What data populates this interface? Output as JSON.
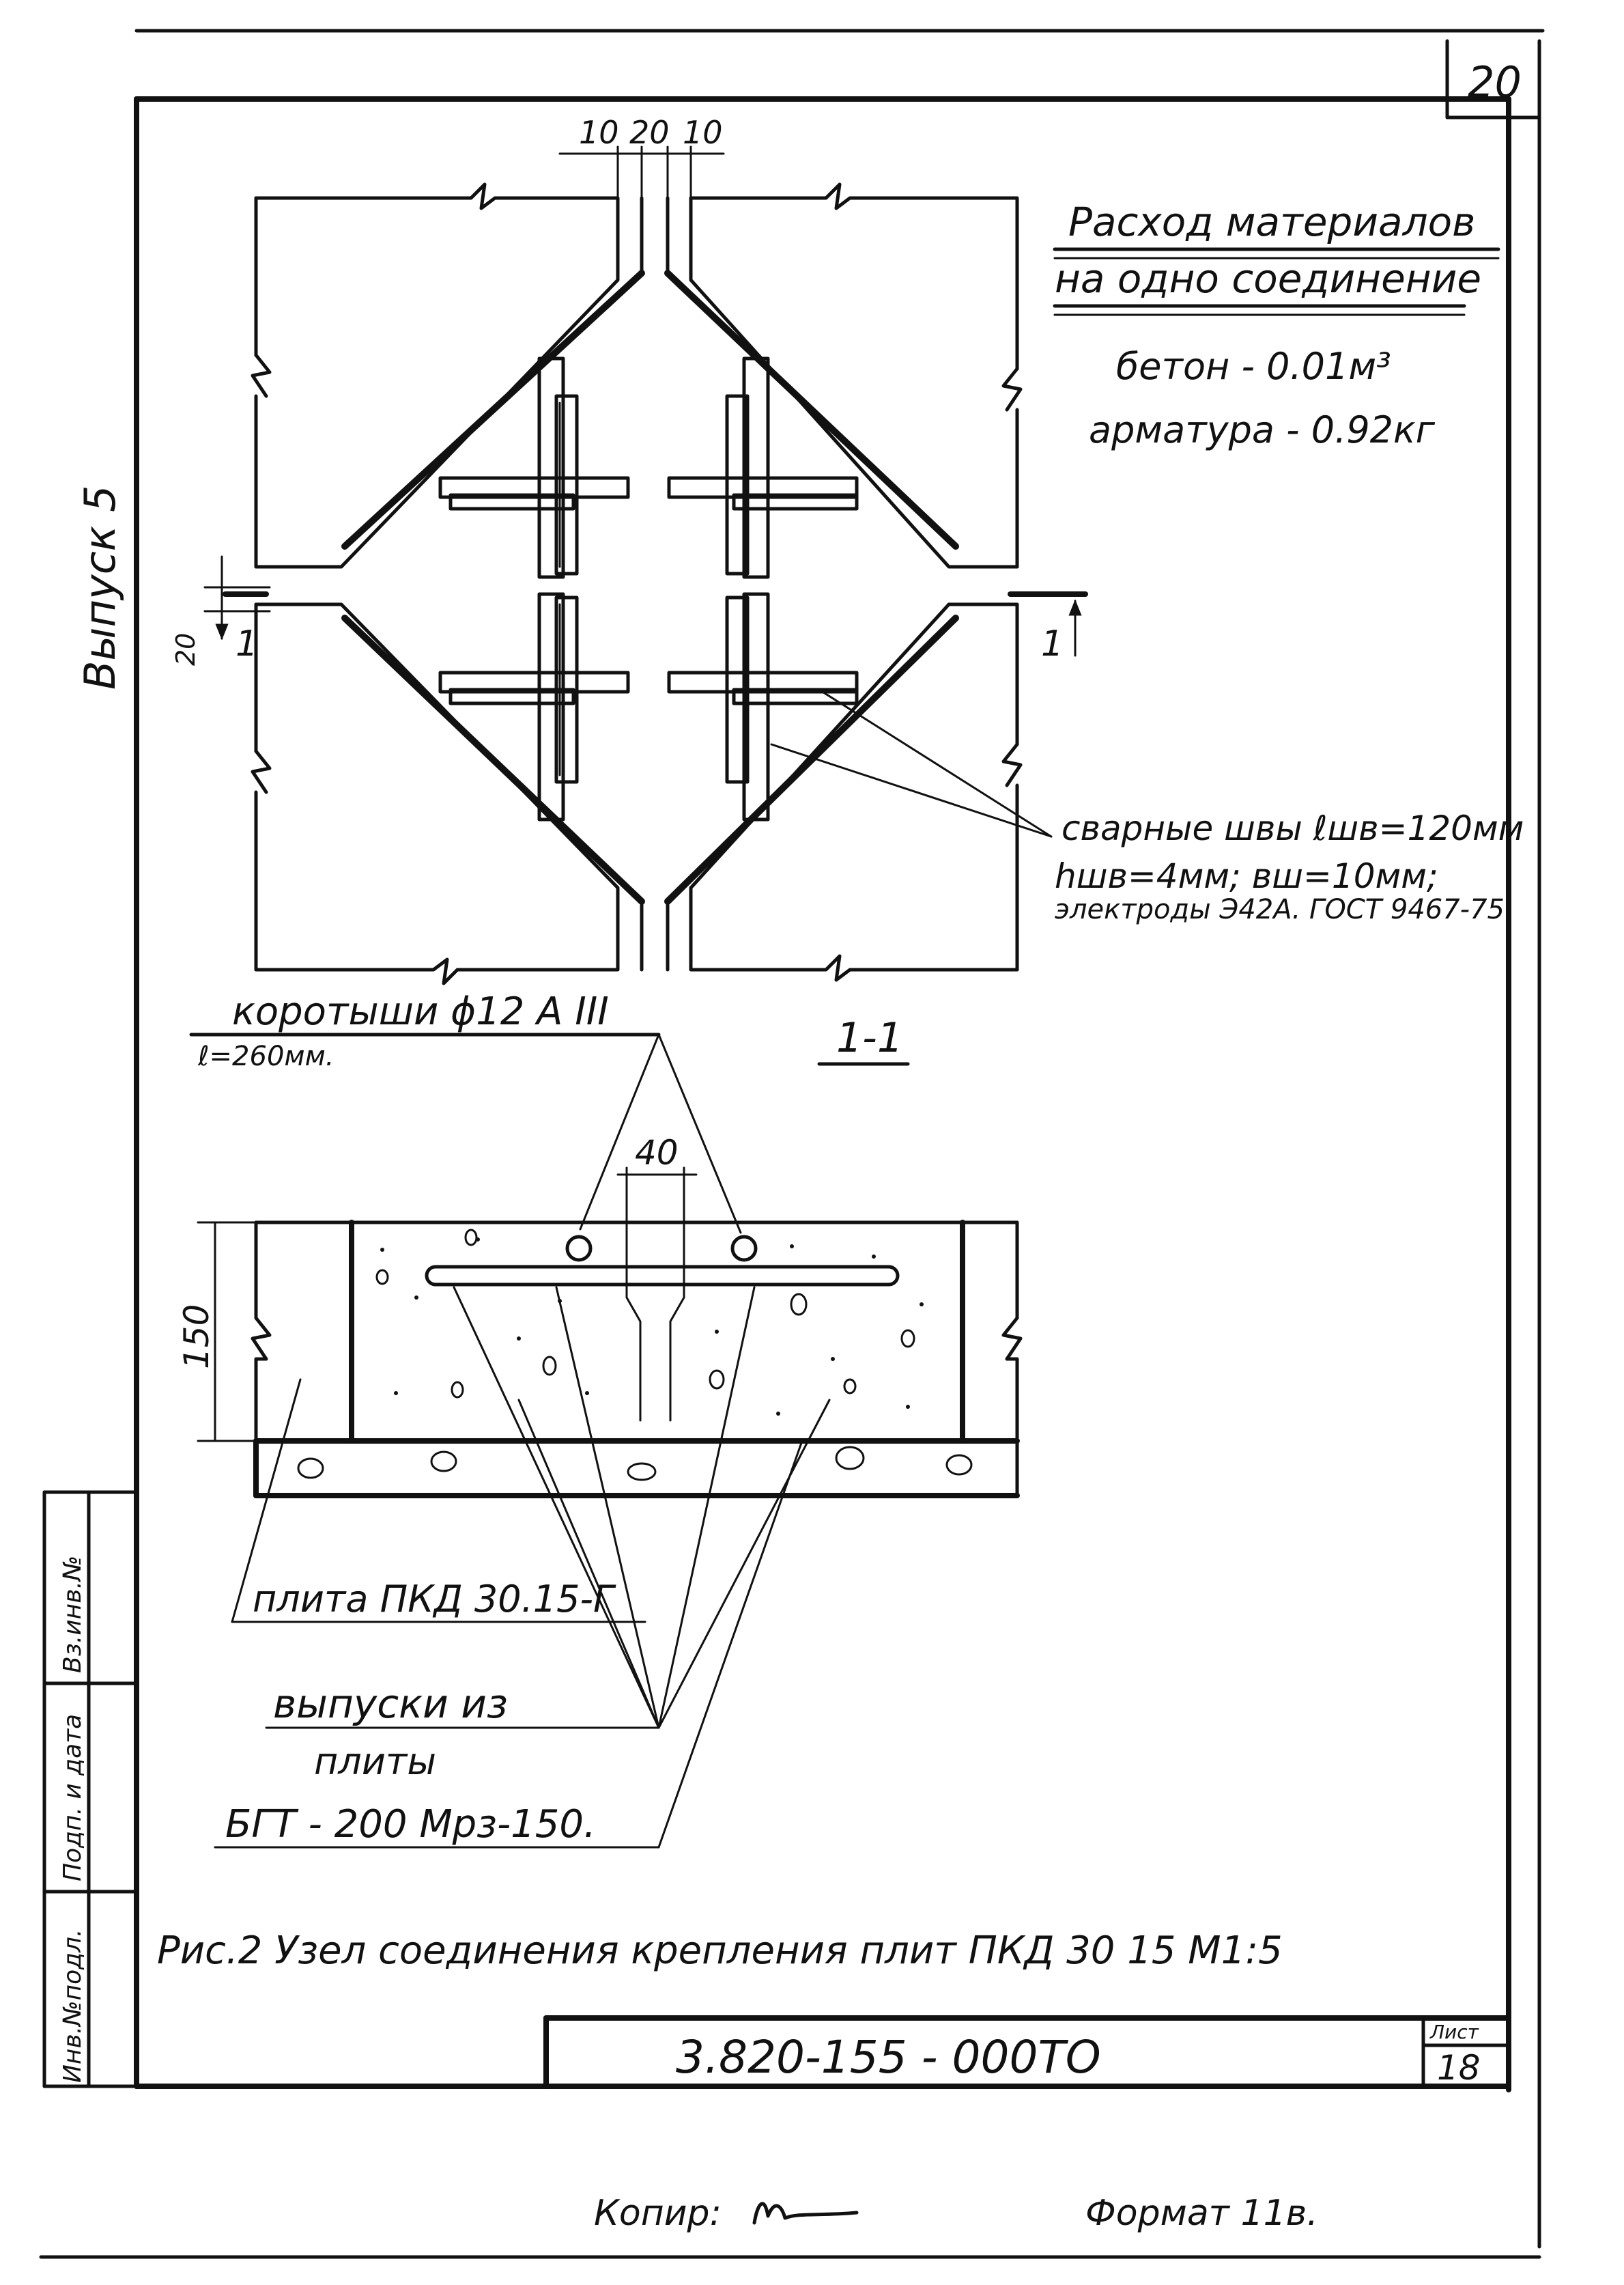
{
  "sheet": {
    "page_number": "20",
    "sheet_label": "Лист",
    "sheet_number": "18",
    "drawing_code": "3.820-155 - 000ТО",
    "issue_label": "Выпуск 5",
    "copy_label": "Копир:",
    "format_label": "Формат 11в.",
    "caption": "Рис.2 Узел соединения крепления плит ПКД 30 15 М1:5",
    "stamp_columns": [
      "Инв.№подл.",
      "Подп. и дата",
      "Вз.инв.№"
    ]
  },
  "materials": {
    "title_line1": "Расход материалов",
    "title_line2": "на одно соединение",
    "concrete": "бетон  - 0.01м³",
    "rebar": "арматура - 0.92кг"
  },
  "plan": {
    "top_dims": [
      "10",
      "20",
      "10"
    ],
    "gap_dim": "20",
    "section_mark_left": "1",
    "section_mark_right": "1",
    "weld_note_1": "сварные швы ℓшв=120мм",
    "weld_note_2": "hшв=4мм; вш=10мм;",
    "weld_note_3": "электроды Э42А. ГОСТ 9467-75"
  },
  "section": {
    "title": "1-1",
    "bars_label": "коротыши ϕ12 А III",
    "bars_length": "ℓ=260мм.",
    "dim_top": "40",
    "dim_height": "150",
    "slab_label": "плита ПКД 30.15-Г",
    "outlets_line1": "выпуски из",
    "outlets_line2": "плиты",
    "concrete_label": "БГТ - 200 Мрз-150."
  }
}
